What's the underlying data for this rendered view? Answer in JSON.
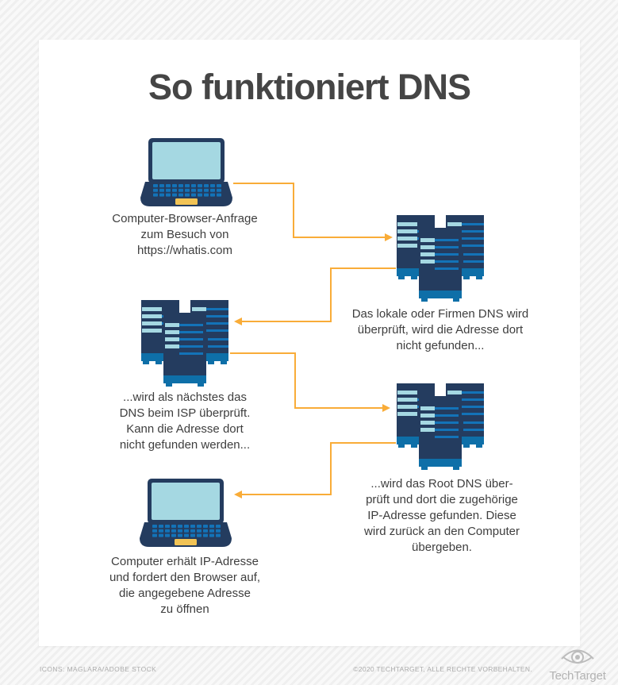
{
  "title": "So funktioniert DNS",
  "steps": [
    {
      "icon": "laptop-icon",
      "label": "Computer-Browser-Anfrage\nzum Besuch von\nhttps://whatis.com"
    },
    {
      "icon": "dns-server-icon",
      "label": "Das lokale oder Firmen DNS wird\nüberprüft, wird die Adresse dort\nnicht gefunden..."
    },
    {
      "icon": "dns-server-icon",
      "label": "...wird als nächstes das\nDNS beim ISP überprüft.\nKann die Adresse dort\nnicht gefunden werden..."
    },
    {
      "icon": "dns-server-icon",
      "label": "...wird das Root DNS über-\nprüft und dort die zugehörige\nIP-Adresse gefunden. Diese\nwird zurück an den Computer\nübergeben."
    },
    {
      "icon": "laptop-icon",
      "label": "Computer erhält IP-Adresse\nund fordert den Browser auf,\ndie angegebene Adresse\nzu öffnen"
    }
  ],
  "footer": {
    "credit": "ICONS: MAGLARA/ADOBE STOCK",
    "copyright": "©2020 TECHTARGET, ALLE RECHTE VORBEHALTEN.",
    "brand": "TechTarget"
  },
  "colors": {
    "navy": "#243C5F",
    "cyan": "#A5D8E2",
    "blue": "#1373B8",
    "band_blue": "#0E6FA8",
    "trackpad_yellow": "#F1C355",
    "arrow_amber": "#F9AC38",
    "title_text": "#454545",
    "body_text": "#3E3E3E",
    "footer_text": "#ADADAD"
  }
}
